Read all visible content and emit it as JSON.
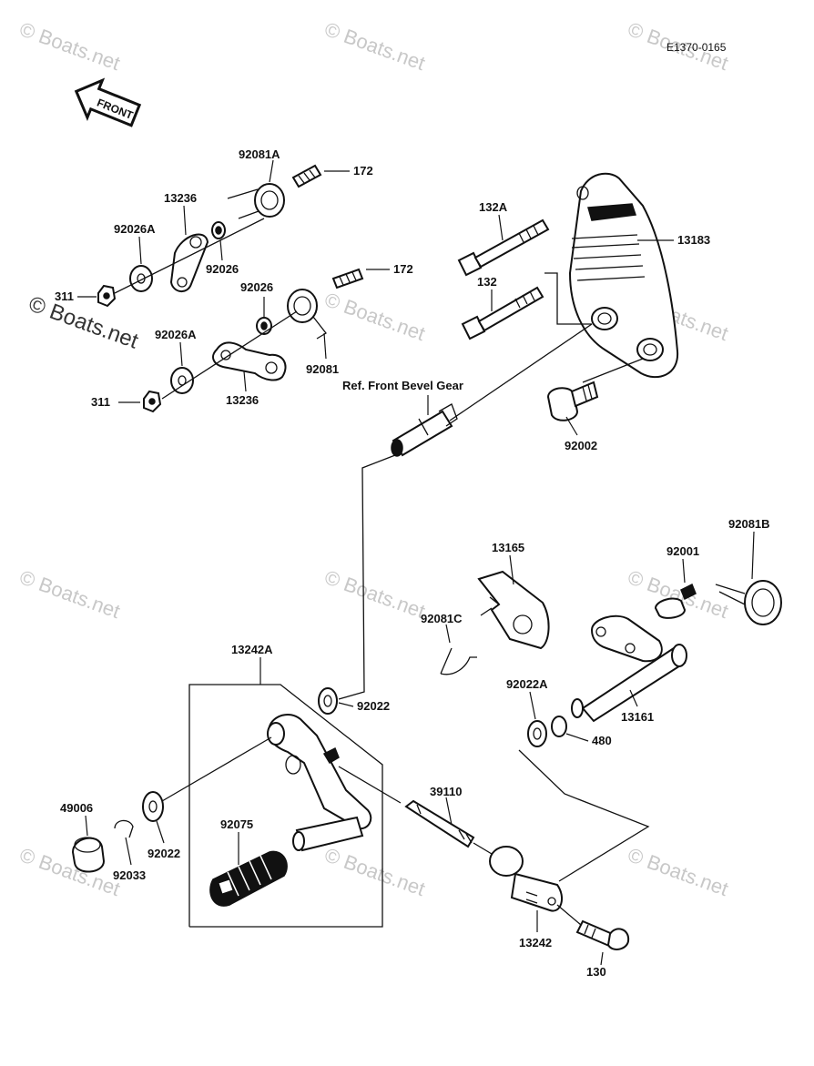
{
  "diagram": {
    "code": "E1370-0165",
    "front_tag": "FRONT",
    "ref_note": "Ref. Front Bevel Gear",
    "watermark": "© Boats.net",
    "labels": {
      "p92081A": "92081A",
      "p172a": "172",
      "p13236a": "13236",
      "p92026Aa": "92026A",
      "p92026a": "92026",
      "p311a": "311",
      "p92026b": "92026",
      "p172b": "172",
      "p92026Ab": "92026A",
      "p92081": "92081",
      "p311b": "311",
      "p13236b": "13236",
      "p132A": "132A",
      "p13183": "13183",
      "p132": "132",
      "p92002": "92002",
      "p13165": "13165",
      "p92001": "92001",
      "p92081B": "92081B",
      "p92081C": "92081C",
      "p13242A": "13242A",
      "p92022a": "92022",
      "p92022A": "92022A",
      "p13161": "13161",
      "p480": "480",
      "p49006": "49006",
      "p39110": "39110",
      "p92075": "92075",
      "p92022b": "92022",
      "p92033": "92033",
      "p13242": "13242",
      "p130": "130"
    }
  }
}
